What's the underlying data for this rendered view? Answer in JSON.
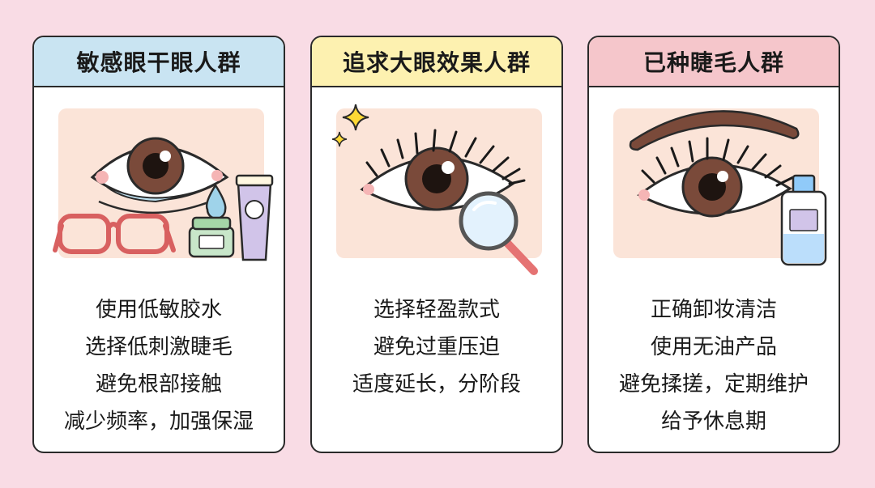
{
  "colors": {
    "background": "#f9dce5",
    "header_blue": "#c9e4f2",
    "header_yellow": "#fdf1b0",
    "header_pink": "#f5c6cb",
    "panel_peach": "#fbe4d8",
    "iris_brown": "#7a4a3a"
  },
  "cards": [
    {
      "title": "敏感眼干眼人群",
      "icons": [
        "teary-eye-icon",
        "water-drop-icon",
        "glasses-icon",
        "cream-jar-icon",
        "cream-tube-icon"
      ],
      "tips": [
        "使用低敏胶水",
        "选择低刺激睫毛",
        "避免根部接触",
        "减少频率，加强保湿"
      ]
    },
    {
      "title": "追求大眼效果人群",
      "icons": [
        "lashed-eye-icon",
        "sparkle-icon",
        "magnifier-icon"
      ],
      "tips": [
        "选择轻盈款式",
        "避免过重压迫",
        "适度延长，分阶段"
      ]
    },
    {
      "title": "已种睫毛人群",
      "icons": [
        "eyebrow-icon",
        "extended-lash-eye-icon",
        "cleanser-bottle-icon"
      ],
      "tips": [
        "正确卸妆清洁",
        "使用无油产品",
        "避免揉搓，定期维护",
        "给予休息期"
      ]
    }
  ]
}
